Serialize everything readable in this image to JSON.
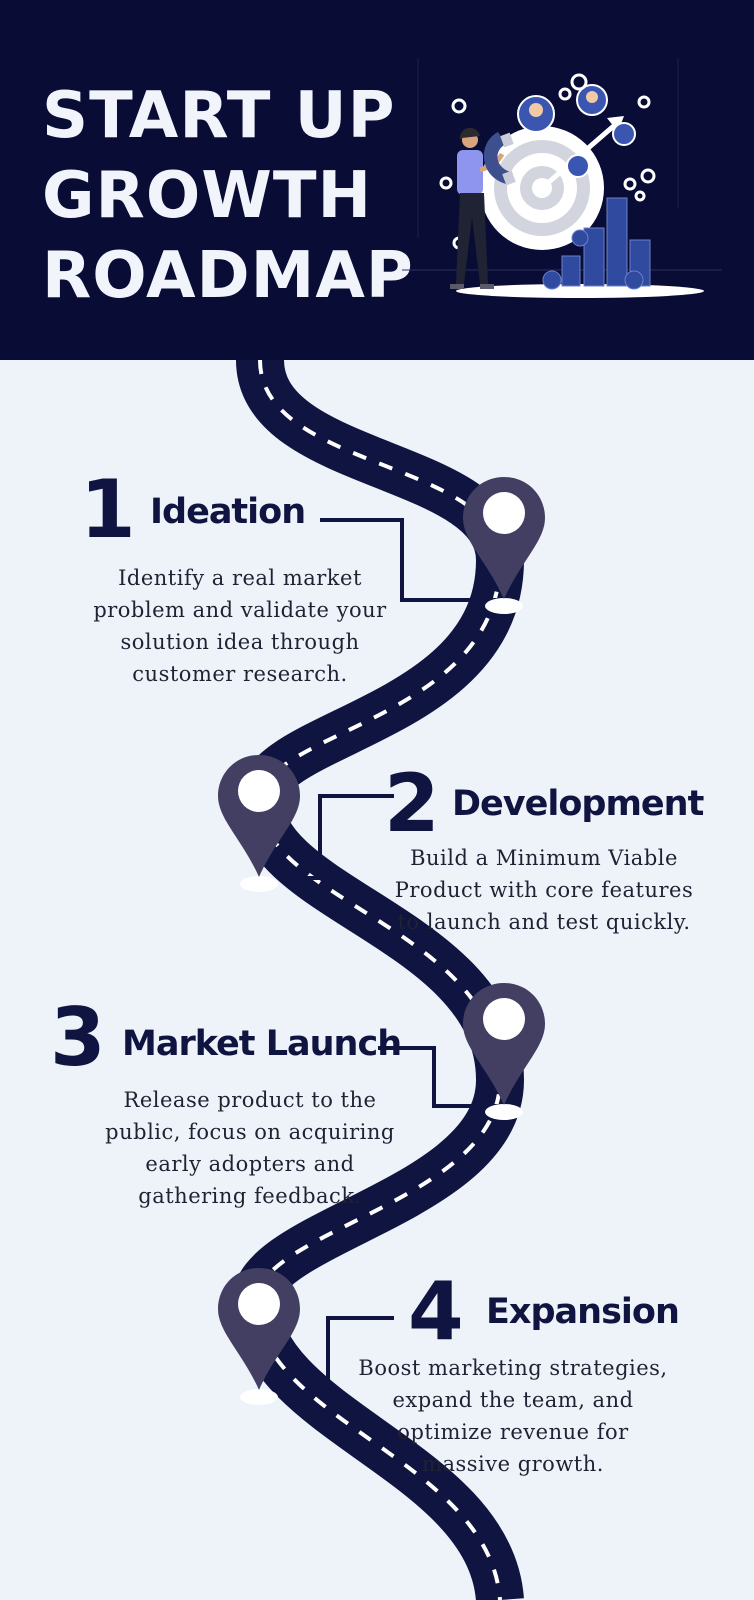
{
  "header": {
    "title_lines": [
      "START UP",
      "GROWTH",
      "ROADMAP"
    ],
    "illustration": "businessman-with-magnet-target-coins-illustration"
  },
  "steps": [
    {
      "number": "1",
      "title": "Ideation",
      "description": "Identify a real market problem and validate your solution idea through customer research."
    },
    {
      "number": "2",
      "title": "Development",
      "description": "Build a Minimum Viable Product with core features to launch and test quickly."
    },
    {
      "number": "3",
      "title": "Market Launch",
      "description": "Release product to the public, focus on acquiring early adopters and gathering feedback."
    },
    {
      "number": "4",
      "title": "Expansion",
      "description": "Boost marketing strategies, expand the team, and optimize revenue for massive growth."
    }
  ],
  "icons": {
    "marker": "map-pin-icon",
    "gear": "gear-icon",
    "coin": "dollar-coin-icon"
  },
  "colors": {
    "header_bg": "#090c35",
    "page_bg": "#eef2f9",
    "road": "#101440",
    "pin": "#433f63",
    "text_dark": "#101440"
  }
}
